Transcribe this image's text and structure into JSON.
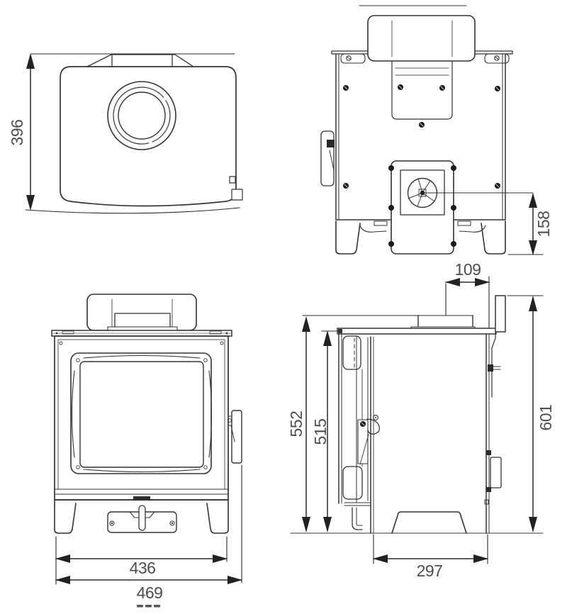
{
  "drawing": {
    "type": "stove-dimension-technical-drawing",
    "views": {
      "top_view": {
        "dim_depth": "396"
      },
      "rear_view": {
        "dim_flue_center_height": "158"
      },
      "front_view": {
        "dim_body_width": "436",
        "dim_overall_width": "469"
      },
      "side_view": {
        "dim_flue_center_from_back": "109",
        "dim_height_to_flue_collar": "552",
        "dim_height_to_top_plate": "515",
        "dim_overall_height": "601",
        "dim_base_depth": "297"
      }
    },
    "colors": {
      "background": "#ffffff",
      "line": "#333333",
      "detail_line": "#555555",
      "dimension_line": "#2b2b2b",
      "arrow_fill": "#222222",
      "bolt_fill": "#1c1c1c",
      "dim_text": "#4d4d4d"
    }
  }
}
